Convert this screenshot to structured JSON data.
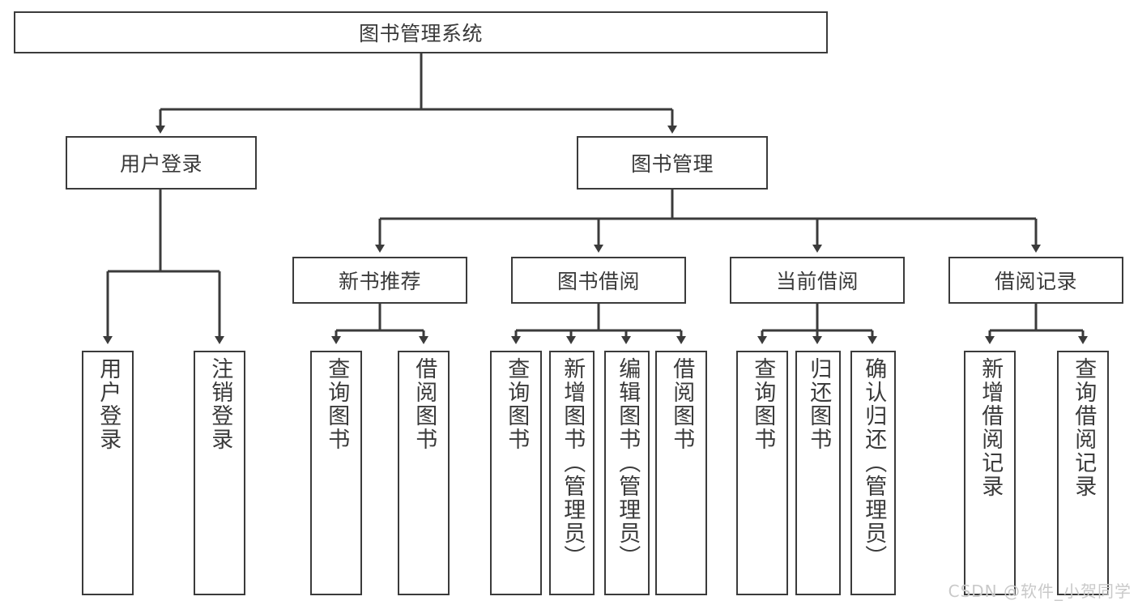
{
  "diagram": {
    "title": "图书管理系统",
    "type": "tree-hierarchy-functional-decomposition",
    "colors": {
      "box_border": "#3b3b3b",
      "box_fill": "#ffffff",
      "text": "#3a3a3a",
      "edge": "#3b3b3b",
      "watermark": "#c9c9c9",
      "background": "#ffffff"
    },
    "root": {
      "label": "图书管理系统"
    },
    "level1": [
      {
        "id": "user-login",
        "label": "用户登录"
      },
      {
        "id": "book-management",
        "label": "图书管理"
      }
    ],
    "level2": [
      {
        "id": "new-book-recommend",
        "label": "新书推荐",
        "parent": "book-management"
      },
      {
        "id": "book-borrow",
        "label": "图书借阅",
        "parent": "book-management"
      },
      {
        "id": "current-borrow",
        "label": "当前借阅",
        "parent": "book-management"
      },
      {
        "id": "borrow-record",
        "label": "借阅记录",
        "parent": "book-management"
      }
    ],
    "leaves": [
      {
        "id": "leaf-user-login",
        "label": "用户登录",
        "parent": "user-login"
      },
      {
        "id": "leaf-logout-login",
        "label": "注销登录",
        "parent": "user-login"
      },
      {
        "id": "leaf-query-book-1",
        "label": "查询图书",
        "parent": "new-book-recommend"
      },
      {
        "id": "leaf-borrow-book-1",
        "label": "借阅图书",
        "parent": "new-book-recommend"
      },
      {
        "id": "leaf-query-book-2",
        "label": "查询图书",
        "parent": "book-borrow"
      },
      {
        "id": "leaf-add-book",
        "label": "新增图书（管理员）",
        "parent": "book-borrow"
      },
      {
        "id": "leaf-edit-book",
        "label": "编辑图书（管理员）",
        "parent": "book-borrow"
      },
      {
        "id": "leaf-borrow-book-2",
        "label": "借阅图书",
        "parent": "book-borrow"
      },
      {
        "id": "leaf-query-book-3",
        "label": "查询图书",
        "parent": "current-borrow"
      },
      {
        "id": "leaf-return-book",
        "label": "归还图书",
        "parent": "current-borrow"
      },
      {
        "id": "leaf-confirm-return",
        "label": "确认归还（管理员）",
        "parent": "current-borrow"
      },
      {
        "id": "leaf-add-record",
        "label": "新增借阅记录",
        "parent": "borrow-record"
      },
      {
        "id": "leaf-query-record",
        "label": "查询借阅记录",
        "parent": "borrow-record"
      }
    ]
  },
  "watermark": {
    "text": "CSDN @软件_小贺同学"
  }
}
